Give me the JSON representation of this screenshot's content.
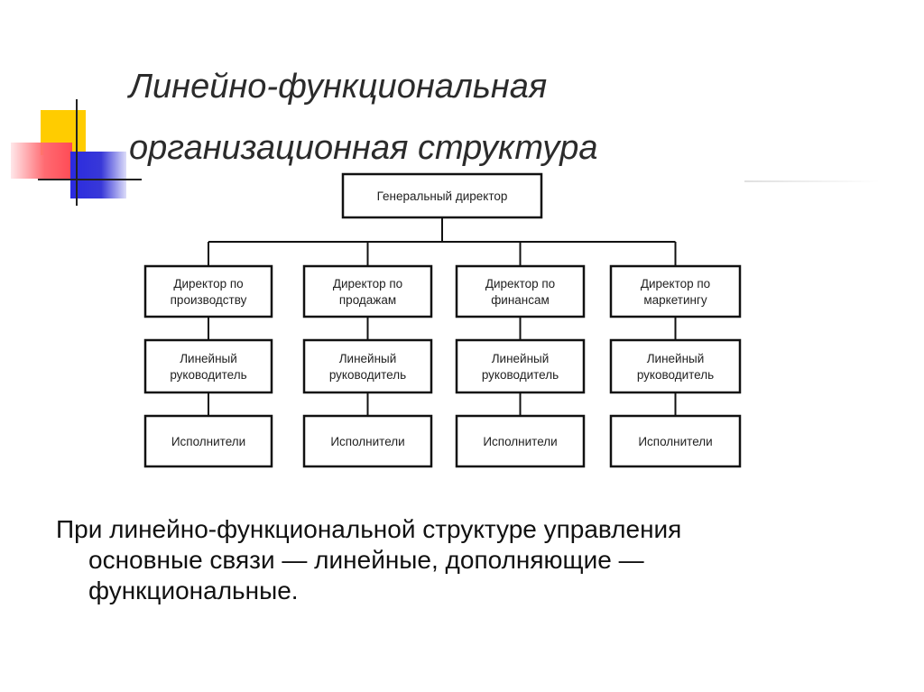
{
  "slide": {
    "title_lines": [
      "Линейно-функциональная",
      "организационная структура"
    ],
    "caption_lines": [
      "При линейно-функциональной структуре управления",
      "основные связи — линейные, дополняющие —",
      "функциональные."
    ]
  },
  "diagram": {
    "root": {
      "lines": [
        "Генеральный директор"
      ]
    },
    "columns": [
      {
        "director": [
          "Директор по",
          "производству"
        ],
        "manager": [
          "Линейный",
          "руководитель"
        ],
        "workers": [
          "Исполнители"
        ]
      },
      {
        "director": [
          "Директор по",
          "продажам"
        ],
        "manager": [
          "Линейный",
          "руководитель"
        ],
        "workers": [
          "Исполнители"
        ]
      },
      {
        "director": [
          "Директор по",
          "финансам"
        ],
        "manager": [
          "Линейный",
          "руководитель"
        ],
        "workers": [
          "Исполнители"
        ]
      },
      {
        "director": [
          "Директор по",
          "маркетингу"
        ],
        "manager": [
          "Линейный",
          "руководитель"
        ],
        "workers": [
          "Исполнители"
        ]
      }
    ]
  },
  "colors": {
    "deco_yellow": "#ffcc00",
    "deco_red": "#ff4a55",
    "deco_blue": "#2a2ae0",
    "box_stroke": "#111111"
  }
}
